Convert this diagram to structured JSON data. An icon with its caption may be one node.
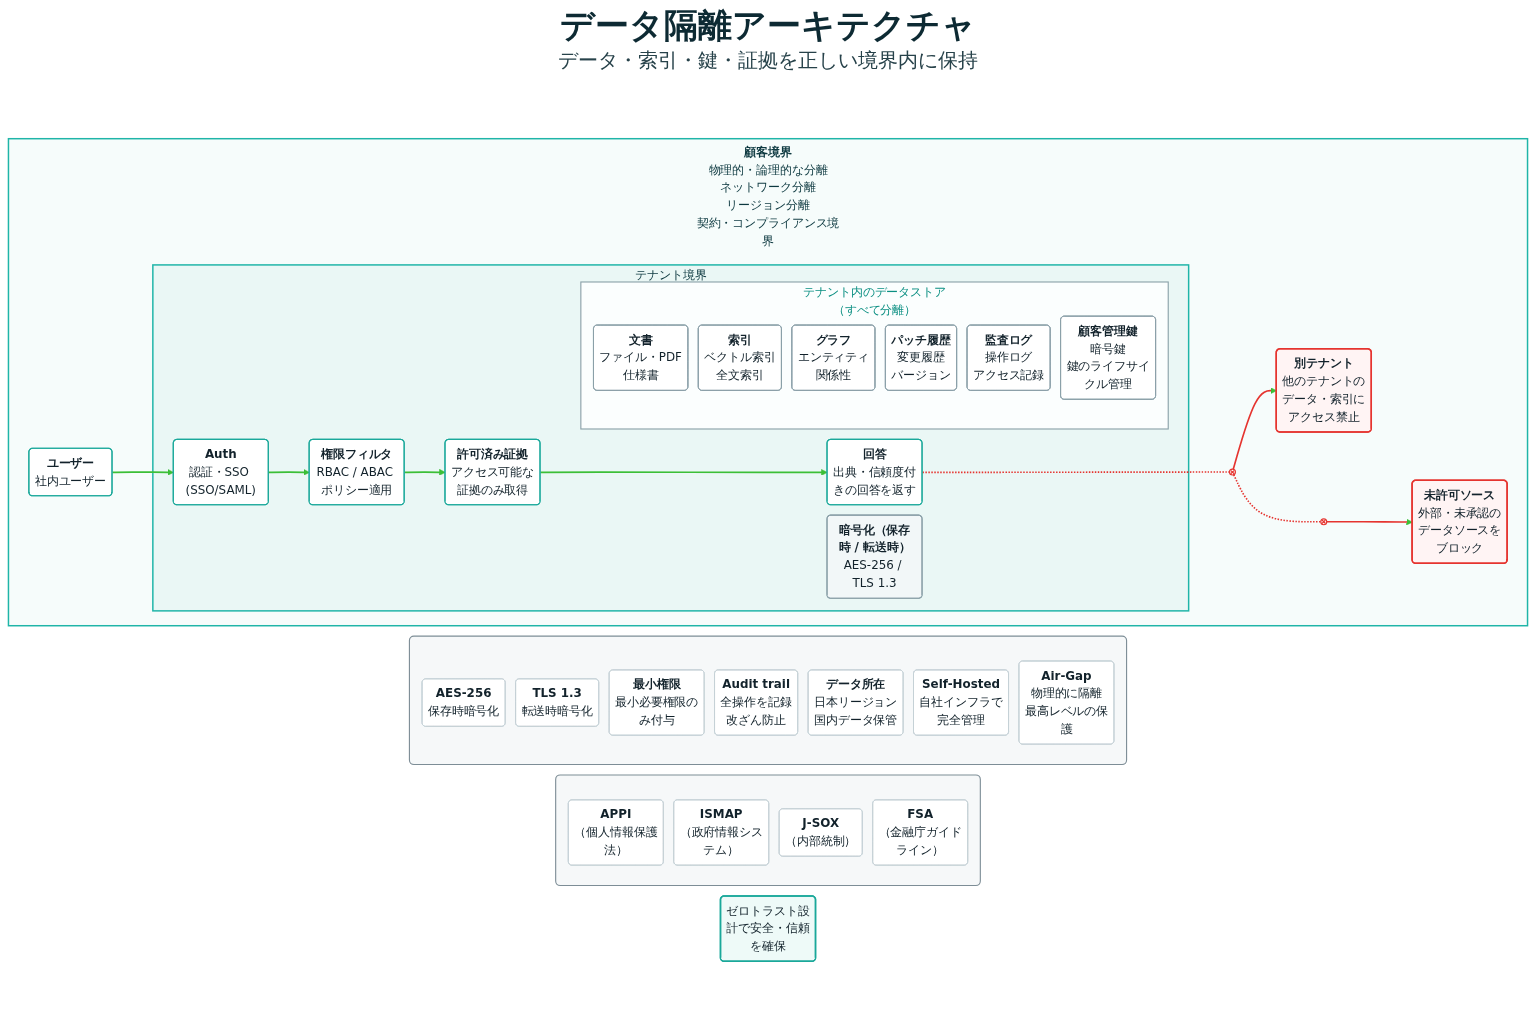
{
  "diagram": {
    "title": "データ隔離アーキテクチャ",
    "nodes": [
      {
        "text": [
          "ゼロトラスト設計で安全・信頼を確保"
        ]
      },
      {
        "text": [
          "顧客境界",
          "物理的・論理的な分離",
          "ネットワーク分離",
          "リージョン分離",
          "契約・コンプライアンス境界"
        ]
      },
      {
        "text": [
          "ユーザー",
          "社内ユーザー"
        ],
        "in": 1
      },
      {
        "text": [
          "テナント境界"
        ],
        "in": 1
      },
      {
        "text": [
          "Auth",
          "認証・SSO (SSO/SAML)"
        ],
        "in": 3
      },
      {
        "text": [
          "権限フィルタ",
          "RBAC / ABAC ポリシー適用"
        ],
        "in": 3
      },
      {
        "text": [
          "許可済み証拠",
          "アクセス可能な証拠のみ取得"
        ],
        "in": 3
      },
      {
        "text": [
          "回答",
          "出典・信頼度付きの回答を返す"
        ],
        "in": 3
      },
      {
        "text": [
          "テナント内のデータストア（すべて分離）"
        ],
        "in": 3
      },
      {
        "text": [
          "文書",
          "ファイル・PDF",
          "仕様書"
        ],
        "in": 8
      },
      {
        "text": [
          "索引",
          "ベクトル索引",
          "全文索引"
        ],
        "in": 8
      },
      {
        "text": [
          "グラフ",
          "エンティティ",
          "関係性"
        ],
        "in": 8
      },
      {
        "text": [
          "パッチ履歴",
          "変更履歴",
          "バージョン"
        ],
        "in": 8
      },
      {
        "text": [
          "監査ログ",
          "操作ログ",
          "アクセス記録"
        ],
        "in": 8
      },
      {
        "text": [
          "顧客管理鍵",
          "暗号鍵",
          "鍵のライフサイクル管理"
        ],
        "in": 8
      },
      {
        "text": [
          "暗号化（保存時 / 転送時）",
          "AES-256 / TLS 1.3"
        ],
        "in": 3
      },
      {
        "text": [],
        "shape": "circle",
        "in": 1
      },
      {
        "text": [
          "別テナント",
          "他のテナントのデータ・索引にアクセス禁止"
        ],
        "in": 1
      },
      {
        "text": [],
        "shape": "circle",
        "in": 1
      },
      {
        "text": [
          "未許可ソース",
          "外部・未承認のデータソースをブロック"
        ],
        "in": 1
      },
      {
        "text": [],
        "shape": "box"
      },
      {
        "text": [
          "AES-256",
          "保存時暗号化"
        ],
        "in": 20
      },
      {
        "text": [
          "TLS 1.3",
          "転送時暗号化"
        ],
        "in": 20
      },
      {
        "text": [
          "最小権限",
          "最小必要権限のみ付与"
        ],
        "in": 20
      },
      {
        "text": [
          "Audit trail",
          "全操作を記録",
          "改ざん防止"
        ],
        "in": 20
      },
      {
        "text": [
          "データ所在",
          "日本リージョン",
          "国内データ保管"
        ],
        "in": 20
      },
      {
        "text": [
          "Self-Hosted",
          "自社インフラで完全管理"
        ],
        "in": 20
      },
      {
        "text": [
          "Air-Gap",
          "物理的に隔離",
          "最高レベルの保護"
        ],
        "in": 20
      },
      {
        "text": [],
        "shape": "box"
      },
      {
        "text": [
          "APPI",
          "（個人情報保護法）"
        ],
        "in": 28
      },
      {
        "text": [
          "ISMAP",
          "（政府情報システム）"
        ],
        "in": 28
      },
      {
        "text": [
          "J-SOX",
          "（内部統制）"
        ],
        "in": 28
      },
      {
        "text": [
          "FSA",
          "（金融庁ガイドライン）"
        ],
        "in": 28
      }
    ],
    "edges": [
      {
        "from": 2,
        "to": 4,
        "arrow": "to"
      },
      {
        "from": 4,
        "to": 5,
        "arrow": "to"
      },
      {
        "from": 5,
        "to": 6,
        "arrow": "to"
      },
      {
        "from": 6,
        "to": 7,
        "arrow": "to"
      },
      {
        "from": 7,
        "to": 16,
        "arrow": "none",
        "style": "dashed",
        "color": "#e5342f"
      },
      {
        "from": 16,
        "to": 17,
        "arrow": "to",
        "color": "#e5342f"
      },
      {
        "from": 16,
        "to": 18,
        "arrow": "none",
        "style": "dashed",
        "color": "#e5342f"
      },
      {
        "from": 18,
        "to": 19,
        "arrow": "to",
        "color": "#e5342f"
      }
    ],
    "labels": [
      "データ・索引・鍵・証拠を正しい境界内に保持"
    ]
  }
}
